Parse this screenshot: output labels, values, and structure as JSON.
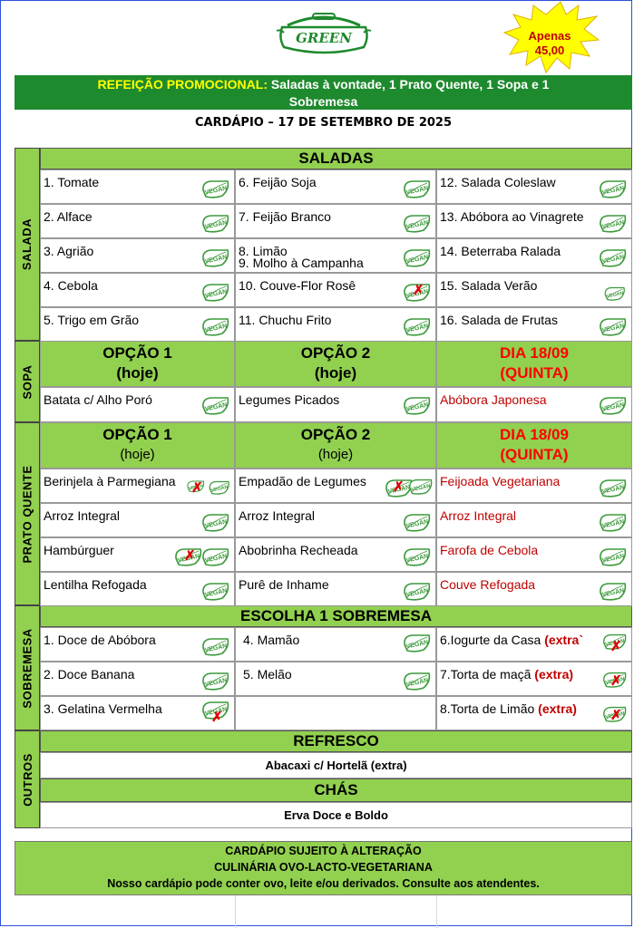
{
  "logo": {
    "text": "GREEN"
  },
  "price_burst": {
    "line1": "Apenas",
    "line2": "45,00"
  },
  "promo": {
    "highlight": "REFEIÇÃO PROMOCIONAL:",
    "rest_line1": "Saladas à vontade, 1 Prato Quente, 1 Sopa e 1",
    "rest_line2": "Sobremesa"
  },
  "menu_date": "CARDÁPIO – 17 DE SETEMBRO DE 2025",
  "saladas": {
    "side_label": "SALADA",
    "header": "SALADAS",
    "items": [
      "1. Tomate",
      "6. Feijão Soja",
      "12. Salada Coleslaw",
      "2. Alface",
      "7. Feijão Branco",
      "13. Abóbora ao Vinagrete",
      "3. Agrião",
      "8. Limão",
      "14. Beterraba Ralada",
      "4. Cebola",
      "10. Couve-Flor Rosê",
      "15. Salada Verão",
      "5. Trigo em Grão",
      "11. Chuchu Frito",
      "16. Salada de Frutas"
    ],
    "item_8_second_line": "9. Molho à Campanha"
  },
  "sopa": {
    "side_label": "SOPA",
    "options": [
      {
        "title": "OPÇÃO 1",
        "sub": "(hoje)"
      },
      {
        "title": "OPÇÃO 2",
        "sub": "(hoje)"
      },
      {
        "title": "DIA 18/09",
        "sub": "(QUINTA)"
      }
    ],
    "items": [
      "Batata c/ Alho Poró",
      "Legumes Picados",
      "Abóbora Japonesa"
    ]
  },
  "prato": {
    "side_label": "PRATO QUENTE",
    "options": [
      {
        "title": "OPÇÃO 1",
        "sub": "(hoje)"
      },
      {
        "title": "OPÇÃO 2",
        "sub": "(hoje)"
      },
      {
        "title": "DIA 18/09",
        "sub": "(QUINTA)"
      }
    ],
    "rows": [
      [
        "Berinjela à Parmegiana",
        "Empadão de Legumes",
        "Feijoada Vegetariana"
      ],
      [
        "Arroz Integral",
        "Arroz Integral",
        "Arroz Integral"
      ],
      [
        "Hambúrguer",
        "Abobrinha Recheada",
        "Farofa de Cebola"
      ],
      [
        "Lentilha Refogada",
        "Purê de Inhame",
        "Couve Refogada"
      ]
    ]
  },
  "sobremesa": {
    "side_label": "SOBREMESA",
    "header": "ESCOLHA 1 SOBREMESA",
    "col1": [
      "1. Doce de Abóbora",
      "2. Doce Banana",
      "3. Gelatina Vermelha"
    ],
    "col2": [
      "4. Mamão",
      "5. Melão",
      ""
    ],
    "col3": [
      {
        "name": "6.Iogurte da Casa",
        "extra": "(extra`"
      },
      {
        "name": "7.Torta de maçã",
        "extra": "(extra)"
      },
      {
        "name": "8.Torta de Limão",
        "extra": "(extra)"
      }
    ]
  },
  "outros": {
    "side_label": "OUTROS",
    "refresco_header": "REFRESCO",
    "refresco": "Abacaxi c/ Hortelã (extra)",
    "chas_header": "CHÁS",
    "chas": "Erva Doce e Boldo"
  },
  "footer": {
    "line1": "CARDÁPIO SUJEITO À ALTERAÇÃO",
    "line2": "CULINÁRIA OVO-LACTO-VEGETARIANA",
    "line3": "Nosso cardápio pode conter ovo, leite e/ou derivados. Consulte aos atendentes."
  },
  "badge_text": "VEGAN",
  "colors": {
    "green_header": "#92d050",
    "promo_green": "#1e8a2e",
    "highlight_yellow": "#ffff00",
    "red": "#c00000",
    "vegan_green": "#3b9a3b"
  }
}
